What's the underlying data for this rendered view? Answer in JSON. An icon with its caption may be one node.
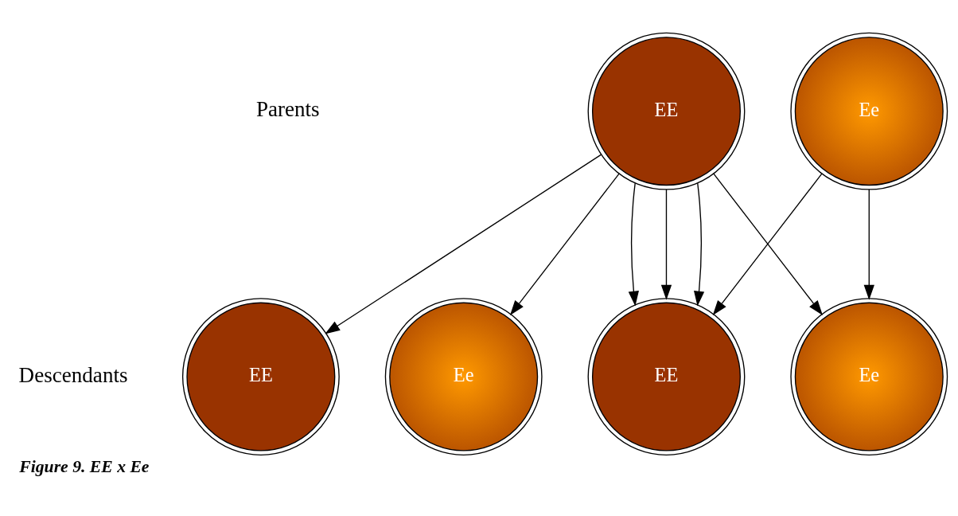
{
  "diagram": {
    "caption": "Figure 9. EE x Ee",
    "nodes": [
      {
        "text": [
          "EE"
        ]
      },
      {
        "text": [
          "Ee"
        ]
      },
      {
        "text": [
          "EE"
        ]
      },
      {
        "text": [
          "Ee"
        ]
      },
      {
        "text": [
          "EE"
        ]
      },
      {
        "text": [
          "Ee"
        ]
      }
    ],
    "edges": [
      {
        "from": 0,
        "to": 2,
        "arrow": "to"
      },
      {
        "from": 0,
        "to": 3,
        "arrow": "to"
      },
      {
        "from": 0,
        "to": 4,
        "arrow": "to"
      },
      {
        "from": 0,
        "to": 4,
        "arrow": "to"
      },
      {
        "from": 0,
        "to": 4,
        "arrow": "to"
      },
      {
        "from": 0,
        "to": 5,
        "arrow": "to"
      },
      {
        "from": 1,
        "to": 4,
        "arrow": "to"
      },
      {
        "from": 1,
        "to": 5,
        "arrow": "to"
      }
    ],
    "labels": [
      "Parents",
      "Descendants"
    ]
  }
}
